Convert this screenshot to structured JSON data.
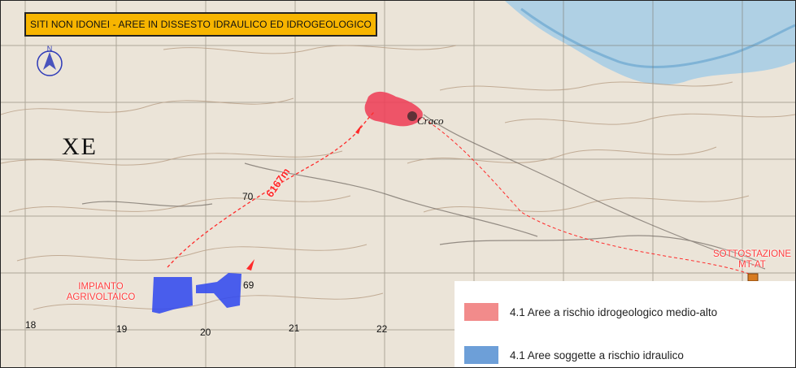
{
  "title": "SITI NON IDONEI - AREE IN DISSESTO IDRAULICO ED IDROGEOLOGICO",
  "labels": {
    "impianto": "IMPIANTO AGRIVOLTAICO",
    "sottostazione": "SOTTOSTAZIONE MT-AT",
    "distance": "6167m",
    "craco": "Craco",
    "xe": "XE"
  },
  "compass_letter": "N",
  "grid_numbers": {
    "n18": "18",
    "n19": "19",
    "n20": "20",
    "n21": "21",
    "n22": "22",
    "n69": "69",
    "n70": "70"
  },
  "legend": [
    {
      "label": "4.1 Aree a rischio idrogeologico medio-alto",
      "color": "#f28b8b"
    },
    {
      "label": "4.1 Aree soggette a rischio idraulico",
      "color": "#6d9fd8"
    }
  ],
  "colors": {
    "title_bg": "#f7b500",
    "route": "#ff2a2a",
    "hazard_red": "#ee3b55",
    "hydraulic_blue": "#2d45f0",
    "river": "#a9cde6"
  }
}
